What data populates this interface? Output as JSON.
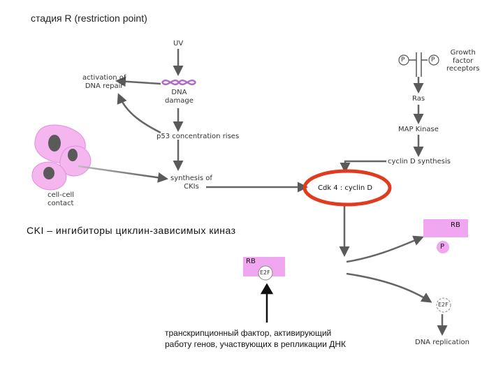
{
  "title": "стадия R (restriction point)",
  "nodes": {
    "uv": "UV",
    "dna_repair": "activation of\nDNA repair",
    "dna_damage": "DNA\ndamage",
    "p53": "p53 concentration rises",
    "cell_contact": "cell-cell\ncontact",
    "ckis": "synthesis of\nCKIs",
    "cdk": "Cdk 4 : cyclin D",
    "growth_receptors": "Growth\nfactor\nreceptors",
    "ras": "Ras",
    "map_kinase": "MAP Kinase",
    "cyclin_d": "cyclin D synthesis",
    "rb_left": "RB",
    "e2f": "E2F",
    "rb_right": "RB",
    "phospho": "P",
    "e2f_free": "E2F",
    "dna_replication": "DNA replication"
  },
  "receptor_p_left": "P",
  "receptor_p_right": "P",
  "cki_note": "CKI – ингибиторы циклин-зависимых киназ",
  "tf_note": "транскрипционный фактор, активирующий\nработу генов, участвующих в репликации ДНК",
  "colors": {
    "arrow": "#666666",
    "highlight_ring": "#e23a1e",
    "rb_box": "#f1a6f1",
    "cell": "#f5b5ef",
    "nucleus": "#5a5a5a",
    "helix": "#b26ac8"
  }
}
